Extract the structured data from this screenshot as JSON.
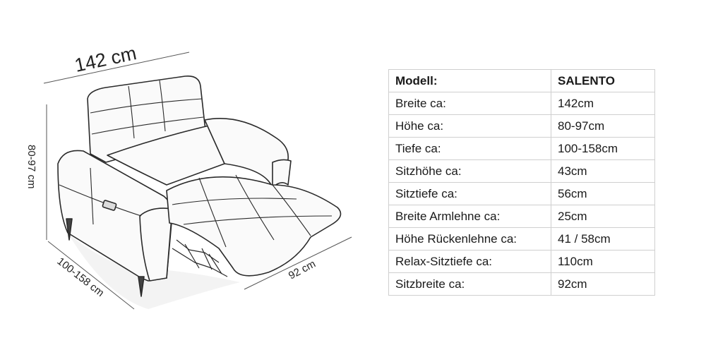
{
  "dimensions": {
    "width_label": "142 cm",
    "height_label": "80-97 cm",
    "depth_label": "100-158 cm",
    "seat_width_label": "92 cm"
  },
  "table": {
    "header": {
      "label": "Modell:",
      "value": "SALENTO"
    },
    "rows": [
      {
        "label": "Breite ca:",
        "value": "142cm"
      },
      {
        "label": "Höhe ca:",
        "value": "80-97cm"
      },
      {
        "label": "Tiefe ca:",
        "value": "100-158cm"
      },
      {
        "label": "Sitzhöhe ca:",
        "value": "43cm"
      },
      {
        "label": "Sitztiefe ca:",
        "value": "56cm"
      },
      {
        "label": "Breite Armlehne ca:",
        "value": "25cm"
      },
      {
        "label": "Höhe Rückenlehne ca:",
        "value": "41 / 58cm"
      },
      {
        "label": "Relax-Sitztiefe ca:",
        "value": "110cm"
      },
      {
        "label": "Sitzbreite ca:",
        "value": "92cm"
      }
    ]
  }
}
